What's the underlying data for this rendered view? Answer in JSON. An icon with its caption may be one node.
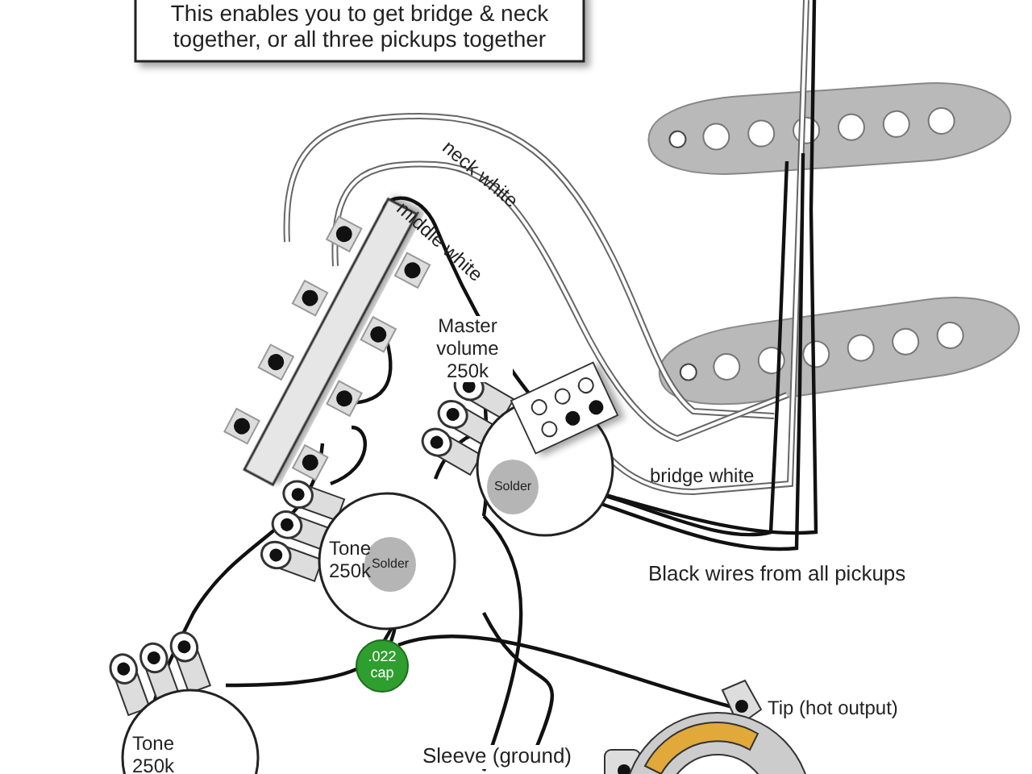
{
  "diagram": {
    "labels": [
      "This enables you to get bridge & neck together, or all three pickups together",
      "neck white",
      "middle white",
      "Master volume 250k",
      "bridge white",
      "Solder",
      "Tone 250k",
      "Solder",
      "Black wires from all pickups",
      ".022 cap",
      "Tip (hot output)",
      "Tone 250k",
      "Sleeve (ground)"
    ]
  }
}
